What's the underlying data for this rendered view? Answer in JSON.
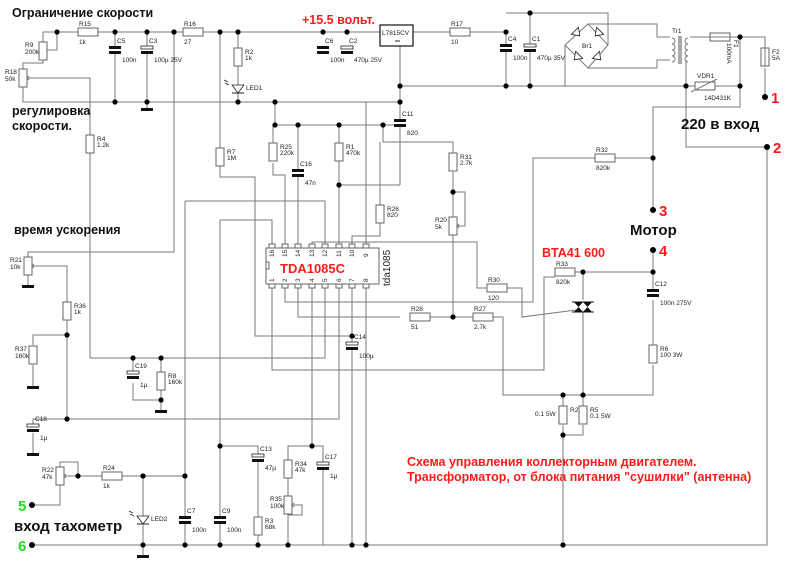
{
  "headings": {
    "speed_limit": "Ограничение скорости",
    "speed_adjust_1": "регулировка",
    "speed_adjust_2": "скорости.",
    "accel_time": "время ускорения",
    "tacho_input": "вход тахометр",
    "mains_input": "220 в вход",
    "motor": "Мотор",
    "supply_voltage": "+15.5 вольт.",
    "triac": "BTA41 600",
    "caption_1": "Схема управления коллекторным двигателем.",
    "caption_2": "Трансформатор, от блока питания \"сушилки\" (антенна)"
  },
  "ic": {
    "name": "TDA1085C",
    "side_label": "tda1085",
    "pins_top": [
      "16",
      "15",
      "14",
      "13",
      "12",
      "11",
      "10",
      "9"
    ],
    "pins_bottom": [
      "1",
      "2",
      "3",
      "4",
      "5",
      "6",
      "7",
      "8"
    ]
  },
  "regulator": {
    "name": "L7815CV"
  },
  "terminals": [
    {
      "label": "1",
      "color": "#ff1a1a"
    },
    {
      "label": "2",
      "color": "#ff1a1a"
    },
    {
      "label": "3",
      "color": "#ff1a1a"
    },
    {
      "label": "4",
      "color": "#ff1a1a"
    },
    {
      "label": "5",
      "color": "#22dd22"
    },
    {
      "label": "6",
      "color": "#22dd22"
    }
  ],
  "colors": {
    "accent_red": "#ff1a1a",
    "terminal_green": "#22dd22",
    "wire": "#7a7a7a"
  },
  "components": {
    "R15": {
      "ref": "R15",
      "value": "1k"
    },
    "R16": {
      "ref": "R16",
      "value": "27"
    },
    "R9": {
      "ref": "R9",
      "value": "200k"
    },
    "R18": {
      "ref": "R18",
      "value": "50k"
    },
    "C5": {
      "ref": "C5",
      "value": "100n"
    },
    "C3": {
      "ref": "C3",
      "value": "100µ 25V"
    },
    "R2": {
      "ref": "R2",
      "value": "1k"
    },
    "LED1": {
      "ref": "LED1"
    },
    "C6": {
      "ref": "C6",
      "value": "100n"
    },
    "C2": {
      "ref": "C2",
      "value": "470µ 25V"
    },
    "R17": {
      "ref": "R17",
      "value": "10"
    },
    "C4": {
      "ref": "C4",
      "value": "100n"
    },
    "C1": {
      "ref": "C1",
      "value": "470µ 35V"
    },
    "Br1": {
      "ref": "Br1"
    },
    "Tr1": {
      "ref": "Tr1"
    },
    "F1": {
      "ref": "F1",
      "value": "100mA"
    },
    "F2": {
      "ref": "F2",
      "value": "5A"
    },
    "VDR1": {
      "ref": "VDR1",
      "value": "14D431K"
    },
    "R4": {
      "ref": "R4",
      "value": "1.2k"
    },
    "R7": {
      "ref": "R7",
      "value": "1M"
    },
    "R25": {
      "ref": "R25",
      "value": "220k"
    },
    "C16": {
      "ref": "C16",
      "value": "47n"
    },
    "R1": {
      "ref": "R1",
      "value": "470k"
    },
    "C11": {
      "ref": "C11",
      "value": "820"
    },
    "R26": {
      "ref": "R26",
      "value": "820"
    },
    "R31": {
      "ref": "R31",
      "value": "2.7k"
    },
    "R20": {
      "ref": "R20",
      "value": "5k"
    },
    "R32": {
      "ref": "R32",
      "value": "820k"
    },
    "R21": {
      "ref": "R21",
      "value": "10k"
    },
    "R36": {
      "ref": "R36",
      "value": "1k"
    },
    "R37": {
      "ref": "R37",
      "value": "160k"
    },
    "C19": {
      "ref": "C19",
      "value": "1µ"
    },
    "R8": {
      "ref": "R8",
      "value": "160k"
    },
    "C18": {
      "ref": "C18",
      "value": "1µ"
    },
    "C14": {
      "ref": "C14",
      "value": "100µ"
    },
    "R28": {
      "ref": "R28",
      "value": "51"
    },
    "R27": {
      "ref": "R27",
      "value": "2.7k"
    },
    "R30": {
      "ref": "R30",
      "value": "120"
    },
    "R33": {
      "ref": "R33",
      "value": "820k"
    },
    "C12": {
      "ref": "C12",
      "value": "100n 275V"
    },
    "R6": {
      "ref": "R6",
      "value": "100 3W"
    },
    "R29": {
      "ref": "R29",
      "value": "0.1 5W"
    },
    "R5": {
      "ref": "R5",
      "value": "0.1 5W"
    },
    "R22": {
      "ref": "R22",
      "value": "47k"
    },
    "R24": {
      "ref": "R24",
      "value": "1k"
    },
    "LED2": {
      "ref": "LED2"
    },
    "C7": {
      "ref": "C7",
      "value": "100n"
    },
    "C9": {
      "ref": "C9",
      "value": "100n"
    },
    "C13": {
      "ref": "C13",
      "value": "47µ"
    },
    "R3": {
      "ref": "R3",
      "value": "68k"
    },
    "R34": {
      "ref": "R34",
      "value": "47k"
    },
    "R35": {
      "ref": "R35",
      "value": "100k"
    },
    "C17": {
      "ref": "C17",
      "value": "1µ"
    }
  }
}
